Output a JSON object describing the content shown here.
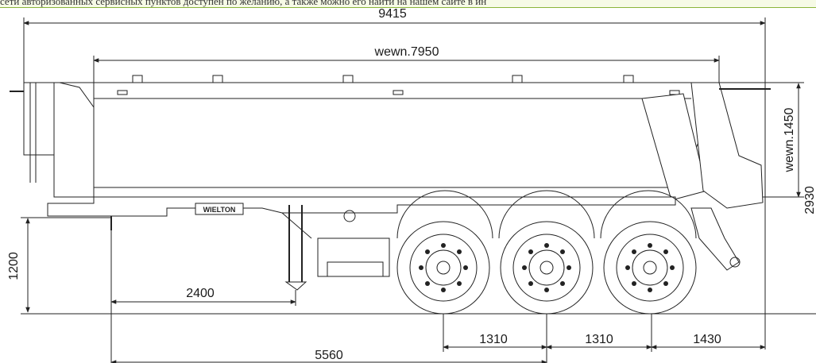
{
  "banner": {
    "text": "сети авторизованных сервисных пунктов доступен по желанию, а также можно его найти на нашем сайте в ин"
  },
  "brand": {
    "logo_text": "WIELTON"
  },
  "dimensions": {
    "overall_length": "9415",
    "inner_length": "wewn.7950",
    "inner_height": "wewn.1450",
    "total_height": "2930",
    "platform_height": "1200",
    "king_pin_to_support": "2400",
    "axle_spacing_1": "1310",
    "axle_spacing_2": "1310",
    "rear_overhang": "1430",
    "king_pin_to_axle": "5560"
  },
  "colors": {
    "line": "#222222",
    "body": "#ffffff",
    "wheel_fill": "#ffffff",
    "banner_border": "#8ab53a"
  }
}
